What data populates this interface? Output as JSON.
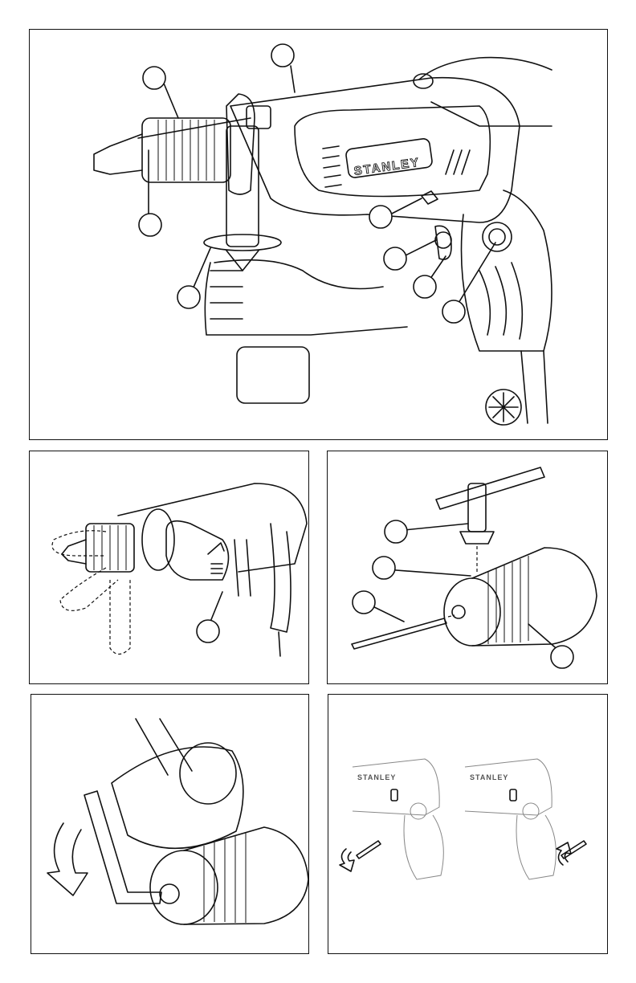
{
  "brand": {
    "logo_text": "STANLEY",
    "logo_text_small_left": "STANLEY",
    "logo_text_small_right": "STANLEY"
  },
  "colors": {
    "line": "#111111",
    "background": "#ffffff",
    "shade": "#888888"
  }
}
